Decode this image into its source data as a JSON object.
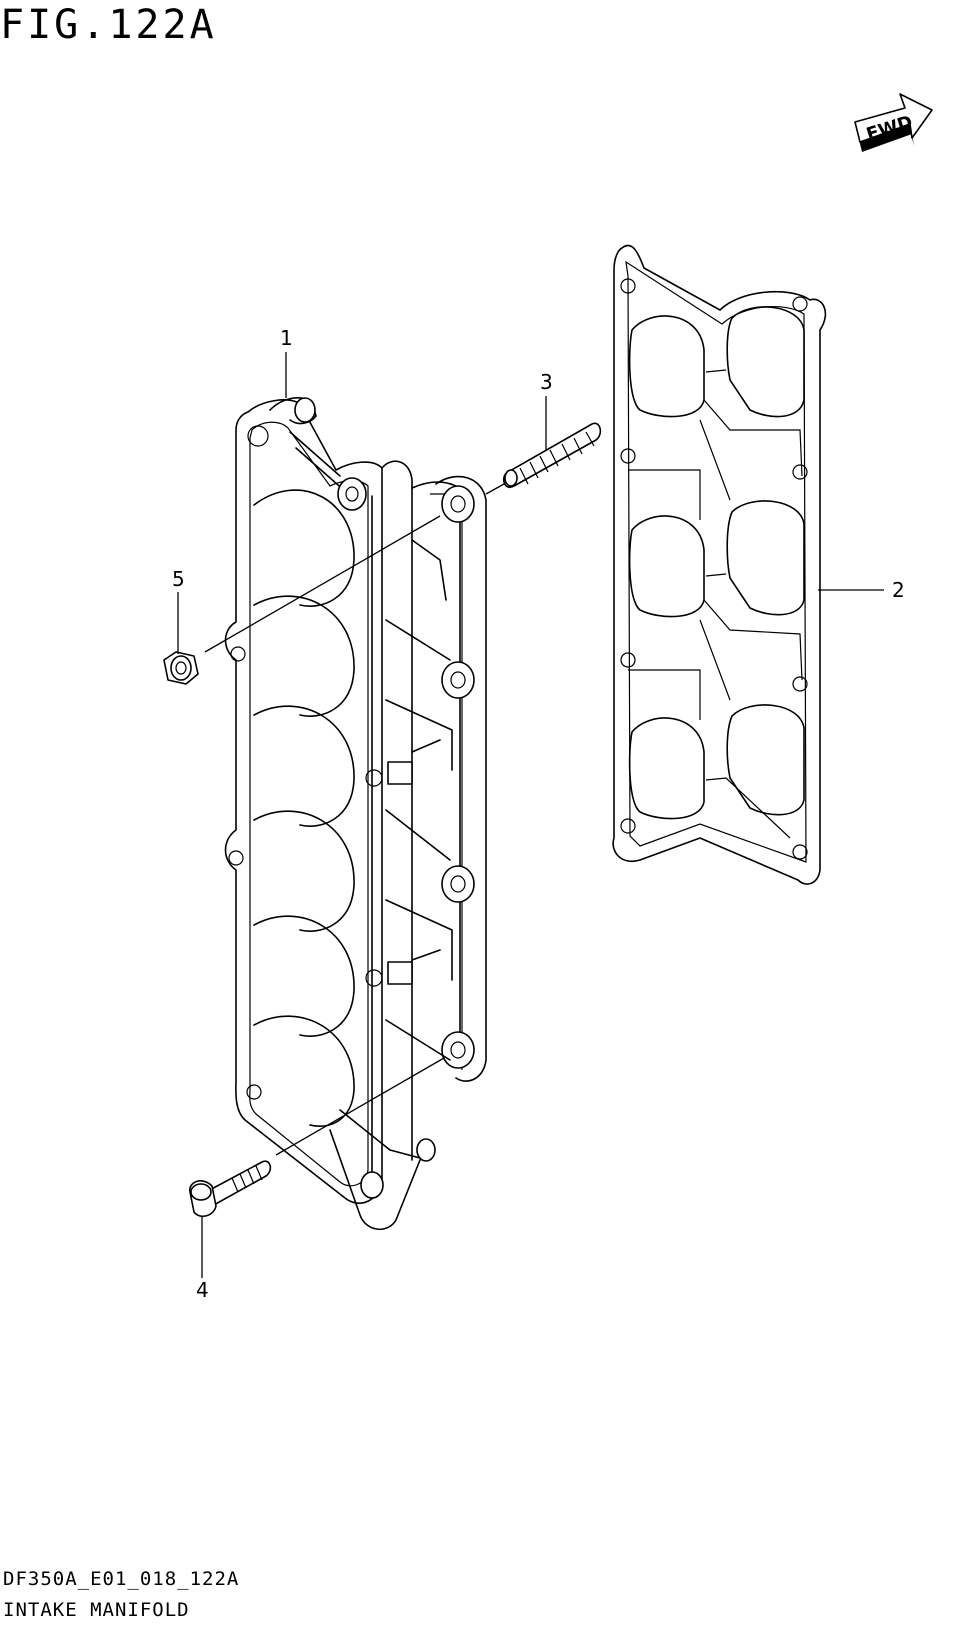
{
  "figure": {
    "title": "FIG.122A",
    "direction_label": "FWD",
    "model_code": "DF350A_E01_018_122A",
    "section_name": "INTAKE MANIFOLD"
  },
  "callouts": [
    {
      "number": "1",
      "part": "intake-manifold"
    },
    {
      "number": "2",
      "part": "gasket"
    },
    {
      "number": "3",
      "part": "stud"
    },
    {
      "number": "4",
      "part": "bolt"
    },
    {
      "number": "5",
      "part": "nut"
    }
  ],
  "icons": {
    "forward_arrow": "fwd-arrow-icon"
  }
}
